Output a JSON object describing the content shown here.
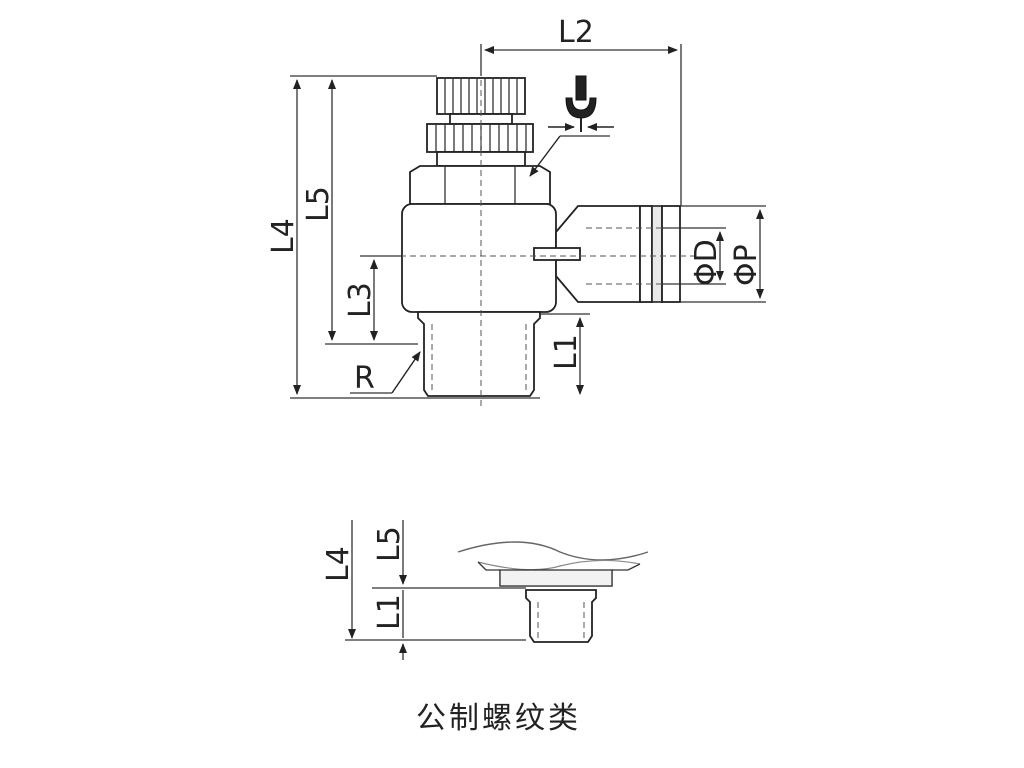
{
  "diagram": {
    "labels": {
      "l1": "L1",
      "l2": "L2",
      "l3": "L3",
      "l4": "L4",
      "l5": "L5",
      "r": "R",
      "phi_d": "ΦD",
      "phi_p": "ΦP"
    },
    "detail_labels": {
      "l1": "L1",
      "l4": "L4",
      "l5": "L5"
    },
    "caption": "公制螺纹类"
  }
}
